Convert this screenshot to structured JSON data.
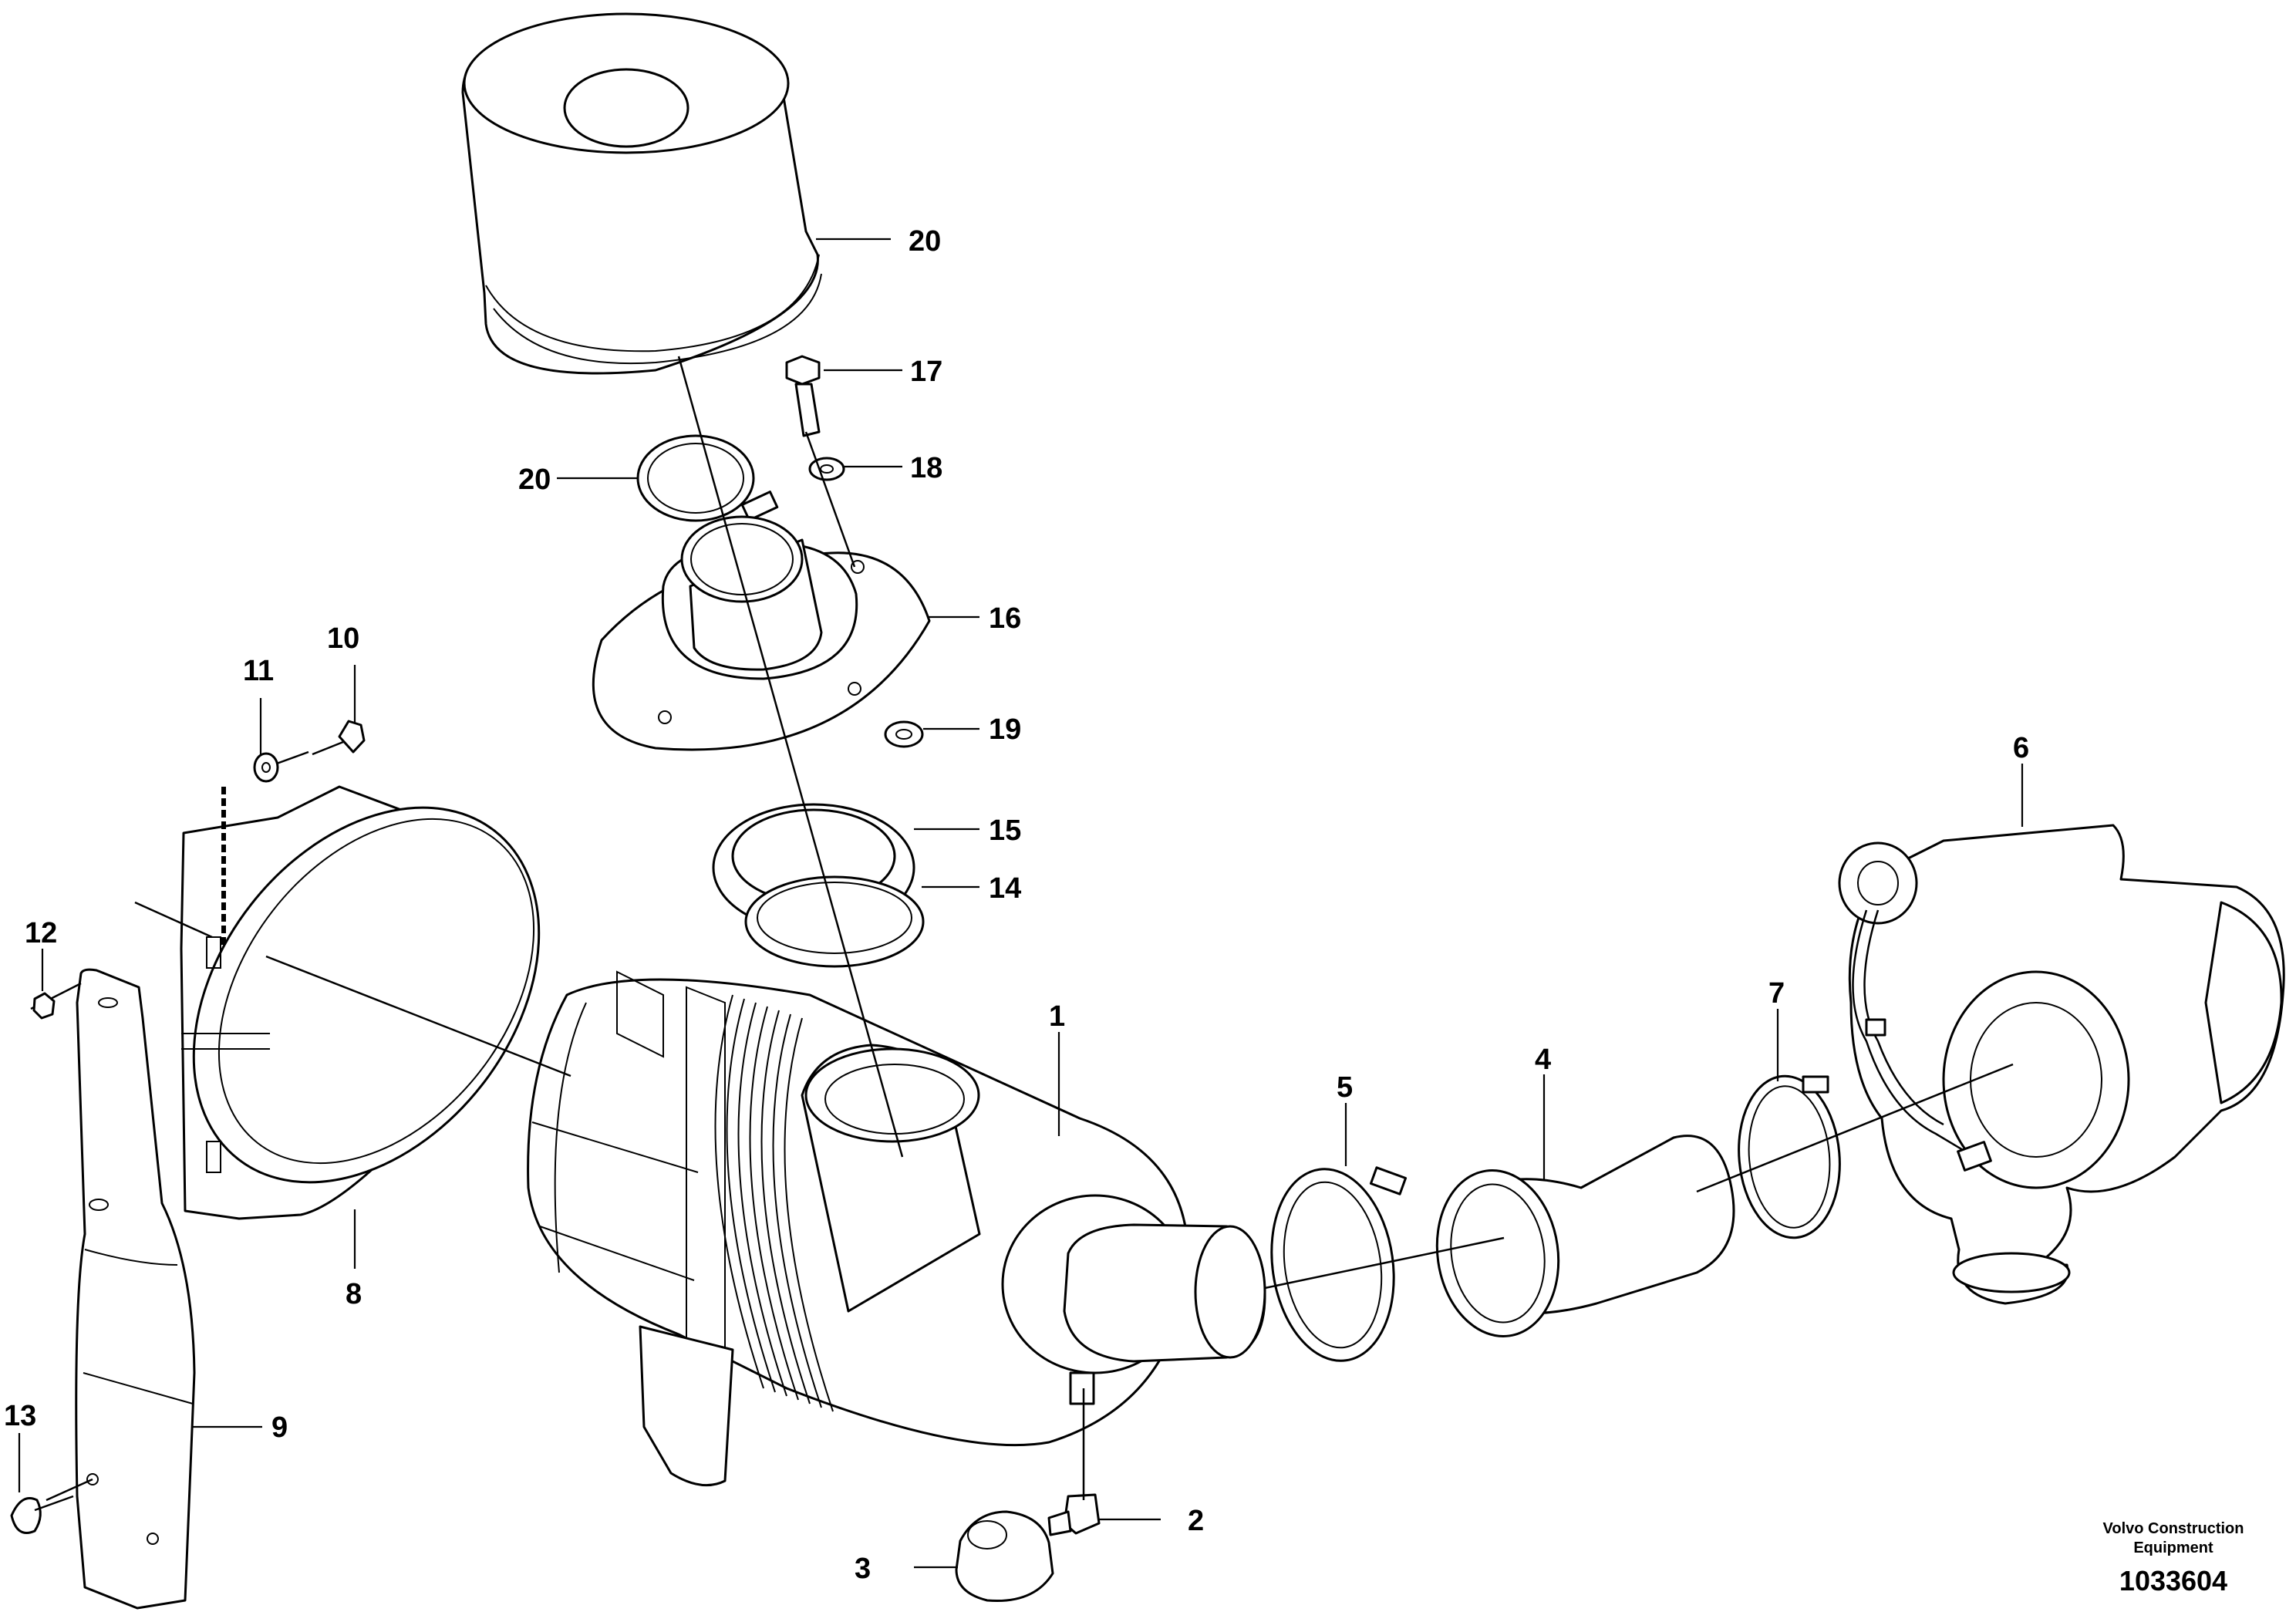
{
  "callouts": {
    "c1": "1",
    "c2": "2",
    "c3": "3",
    "c4": "4",
    "c5": "5",
    "c6": "6",
    "c7": "7",
    "c8": "8",
    "c9": "9",
    "c10": "10",
    "c11": "11",
    "c12": "12",
    "c13": "13",
    "c14": "14",
    "c15": "15",
    "c16": "16",
    "c17": "17",
    "c18": "18",
    "c19": "19",
    "c20a": "20",
    "c20b": "20"
  },
  "credit": {
    "line1": "Volvo Construction",
    "line2": "Equipment"
  },
  "doc_number": "1033604"
}
